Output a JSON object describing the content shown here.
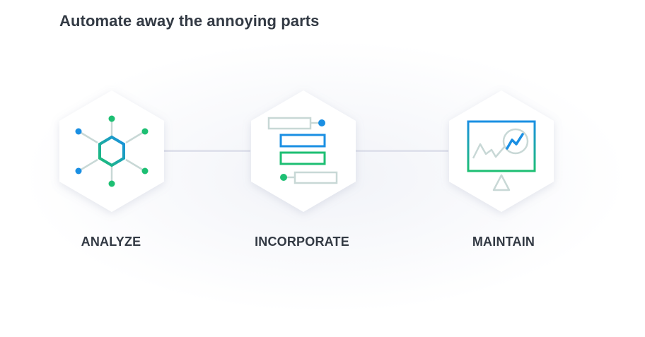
{
  "heading": "Automate away the annoying parts",
  "steps": [
    {
      "label": "ANALYZE",
      "icon": "molecule-network-icon"
    },
    {
      "label": "INCORPORATE",
      "icon": "stacked-blocks-icon"
    },
    {
      "label": "MAINTAIN",
      "icon": "monitor-chart-icon"
    }
  ],
  "colors": {
    "heading": "#333a44",
    "blue": "#1a8fe3",
    "green": "#1dbf73",
    "muted": "#c8d8d6",
    "connector": "#e0e2ec"
  }
}
